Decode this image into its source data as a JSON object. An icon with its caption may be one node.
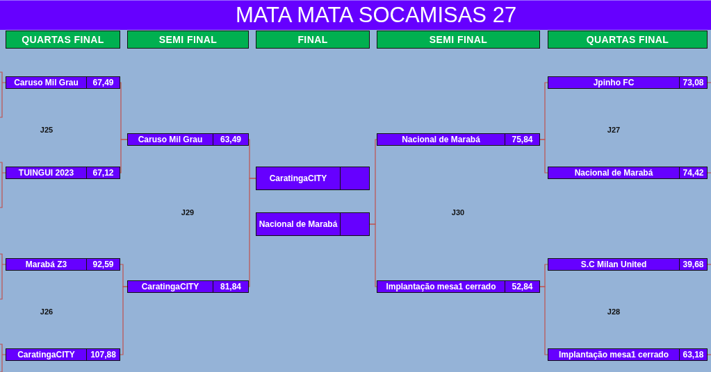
{
  "diagram": {
    "title": "MATA MATA SOCAMISAS 27",
    "nodes": [
      {
        "text": [
          "QUARTAS FINAL"
        ]
      },
      {
        "text": [
          "SEMI FINAL"
        ]
      },
      {
        "text": [
          "FINAL"
        ]
      },
      {
        "text": [
          "SEMI FINAL"
        ]
      },
      {
        "text": [
          "QUARTAS FINAL"
        ]
      },
      {
        "text": [
          "Caruso Mil Grau",
          "67,49"
        ]
      },
      {
        "text": [
          "TUINGUI 2023",
          "67,12"
        ]
      },
      {
        "text": [
          "Marabá Z3",
          "92,59"
        ]
      },
      {
        "text": [
          "CaratingaCITY",
          "107,88"
        ]
      },
      {
        "text": [
          "Caruso Mil Grau",
          "63,49"
        ]
      },
      {
        "text": [
          "CaratingaCITY",
          "81,84"
        ]
      },
      {
        "text": [
          "CaratingaCITY"
        ]
      },
      {
        "text": [
          "Nacional de Marabá"
        ]
      },
      {
        "text": [
          "Nacional de Marabá",
          "75,84"
        ]
      },
      {
        "text": [
          "Implantação mesa1 cerrado",
          "52,84"
        ]
      },
      {
        "text": [
          "Jpinho FC",
          "73,08"
        ]
      },
      {
        "text": [
          "Nacional de Marabá",
          "74,42"
        ]
      },
      {
        "text": [
          "S.C Milan United",
          "39,68"
        ]
      },
      {
        "text": [
          "Implantação mesa1 cerrado",
          "63,18"
        ]
      }
    ],
    "edges": [
      {
        "from": null,
        "to": 5,
        "arrow": "none"
      },
      {
        "from": null,
        "to": 6,
        "arrow": "none"
      },
      {
        "from": null,
        "to": 7,
        "arrow": "none"
      },
      {
        "from": null,
        "to": 8,
        "arrow": "none"
      },
      {
        "from": 5,
        "to": 9,
        "arrow": "none"
      },
      {
        "from": 6,
        "to": 9,
        "arrow": "none"
      },
      {
        "from": 7,
        "to": 10,
        "arrow": "none"
      },
      {
        "from": 8,
        "to": 10,
        "arrow": "none"
      },
      {
        "from": 9,
        "to": 11,
        "arrow": "none"
      },
      {
        "from": 10,
        "to": 11,
        "arrow": "none"
      },
      {
        "from": 13,
        "to": 12,
        "arrow": "none"
      },
      {
        "from": 14,
        "to": 12,
        "arrow": "none"
      },
      {
        "from": 15,
        "to": 13,
        "arrow": "none"
      },
      {
        "from": 16,
        "to": 13,
        "arrow": "none"
      },
      {
        "from": 17,
        "to": 14,
        "arrow": "none"
      },
      {
        "from": 18,
        "to": 14,
        "arrow": "none"
      },
      {
        "from": null,
        "to": 15,
        "arrow": "none"
      },
      {
        "from": null,
        "to": 16,
        "arrow": "none"
      },
      {
        "from": null,
        "to": 17,
        "arrow": "none"
      },
      {
        "from": null,
        "to": 18,
        "arrow": "none"
      }
    ],
    "labels": [
      "J25",
      "J27",
      "J29",
      "J30",
      "J26",
      "J28"
    ]
  }
}
